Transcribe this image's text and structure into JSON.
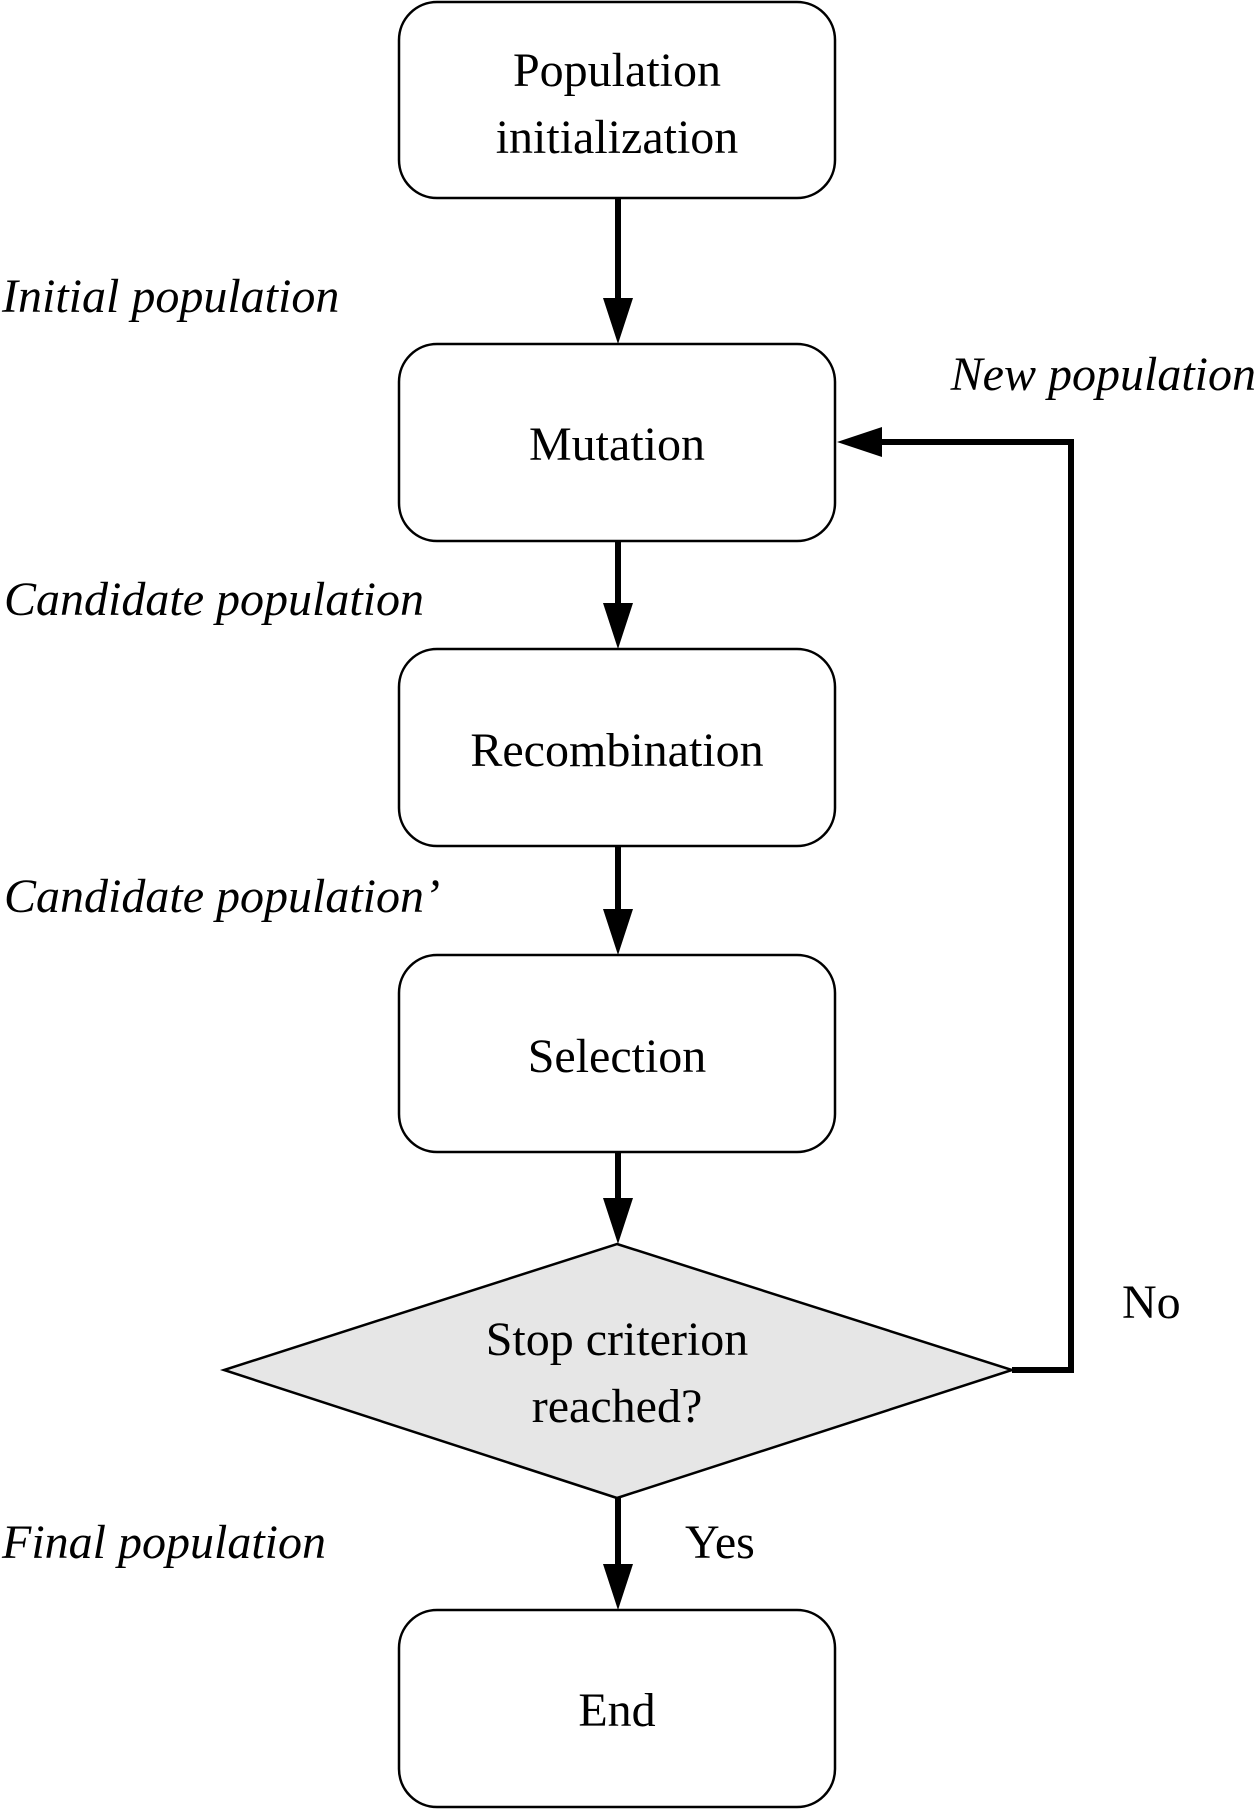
{
  "diagram": {
    "nodes": {
      "init": {
        "lines": [
          "Population",
          "initialization"
        ]
      },
      "mutation": {
        "lines": [
          "Mutation"
        ]
      },
      "recombination": {
        "lines": [
          "Recombination"
        ]
      },
      "selection": {
        "lines": [
          "Selection"
        ]
      },
      "stop": {
        "lines": [
          "Stop criterion",
          "reached?"
        ]
      },
      "end": {
        "lines": [
          "End"
        ]
      }
    },
    "edge_labels": {
      "initial": "Initial population",
      "candidate": "Candidate population",
      "candidate_prime": "Candidate population’",
      "final": "Final population",
      "new": "New population"
    },
    "branch_labels": {
      "no": "No",
      "yes": "Yes"
    },
    "colors": {
      "box_fill": "#ffffff",
      "decision_fill": "#e6e6e6",
      "stroke": "#000000"
    }
  }
}
